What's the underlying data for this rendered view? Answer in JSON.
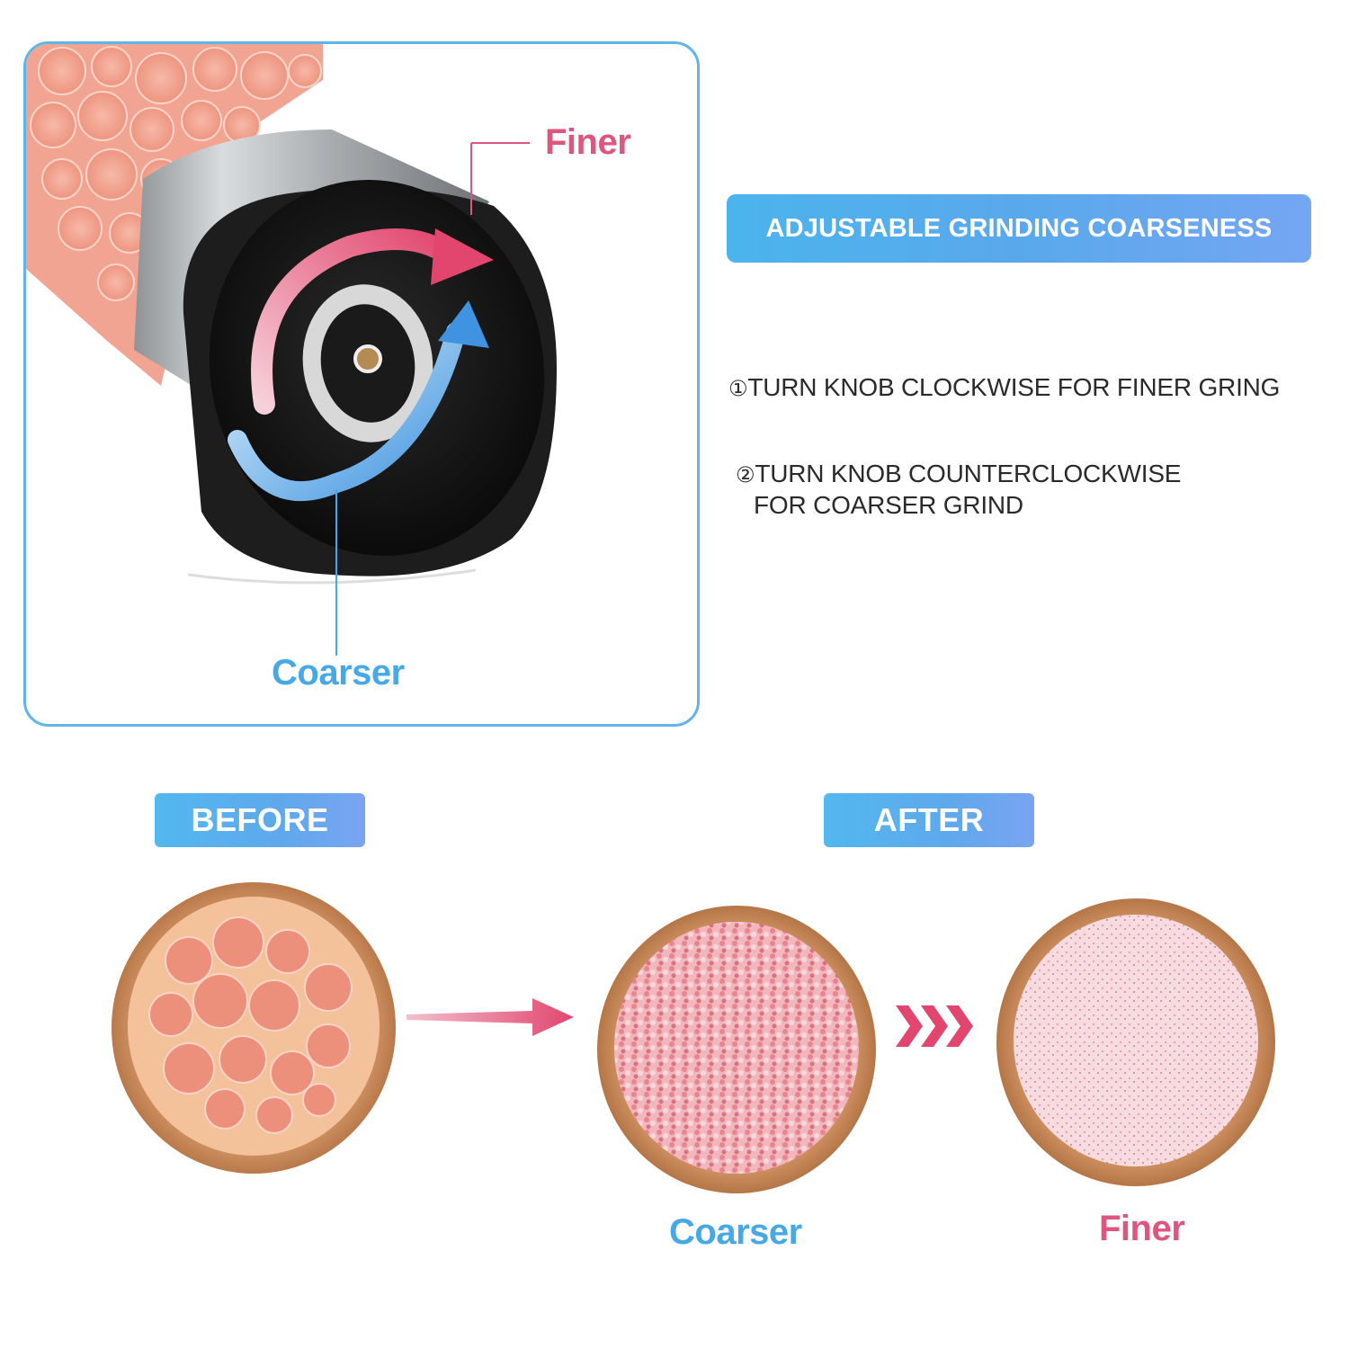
{
  "callouts": {
    "finer": "Finer",
    "coarser": "Coarser"
  },
  "heading": "ADJUSTABLE GRINDING COARSENESS",
  "instructions": [
    {
      "num": "①",
      "lines": [
        "TURN KNOB CLOCKWISE FOR FINER GRING"
      ]
    },
    {
      "num": "②",
      "lines": [
        "TURN KNOB COUNTERCLOCKWISE",
        "FOR COARSER GRIND"
      ]
    }
  ],
  "stages": {
    "before": "BEFORE",
    "after": "AFTER"
  },
  "bowl_labels": {
    "coarser": "Coarser",
    "finer": "Finer"
  },
  "icons": {
    "turn-clockwise": "red-curved-arrow-icon",
    "turn-counterclockwise": "blue-curved-arrow-icon",
    "transition": "arrow-right-icon",
    "progression": "chevrons-right-icon"
  },
  "colors": {
    "finer_accent": "#e0557d",
    "coarser_accent": "#46a9e6",
    "banner": "#5aa8ec",
    "frame_border": "#5fb5e6"
  }
}
